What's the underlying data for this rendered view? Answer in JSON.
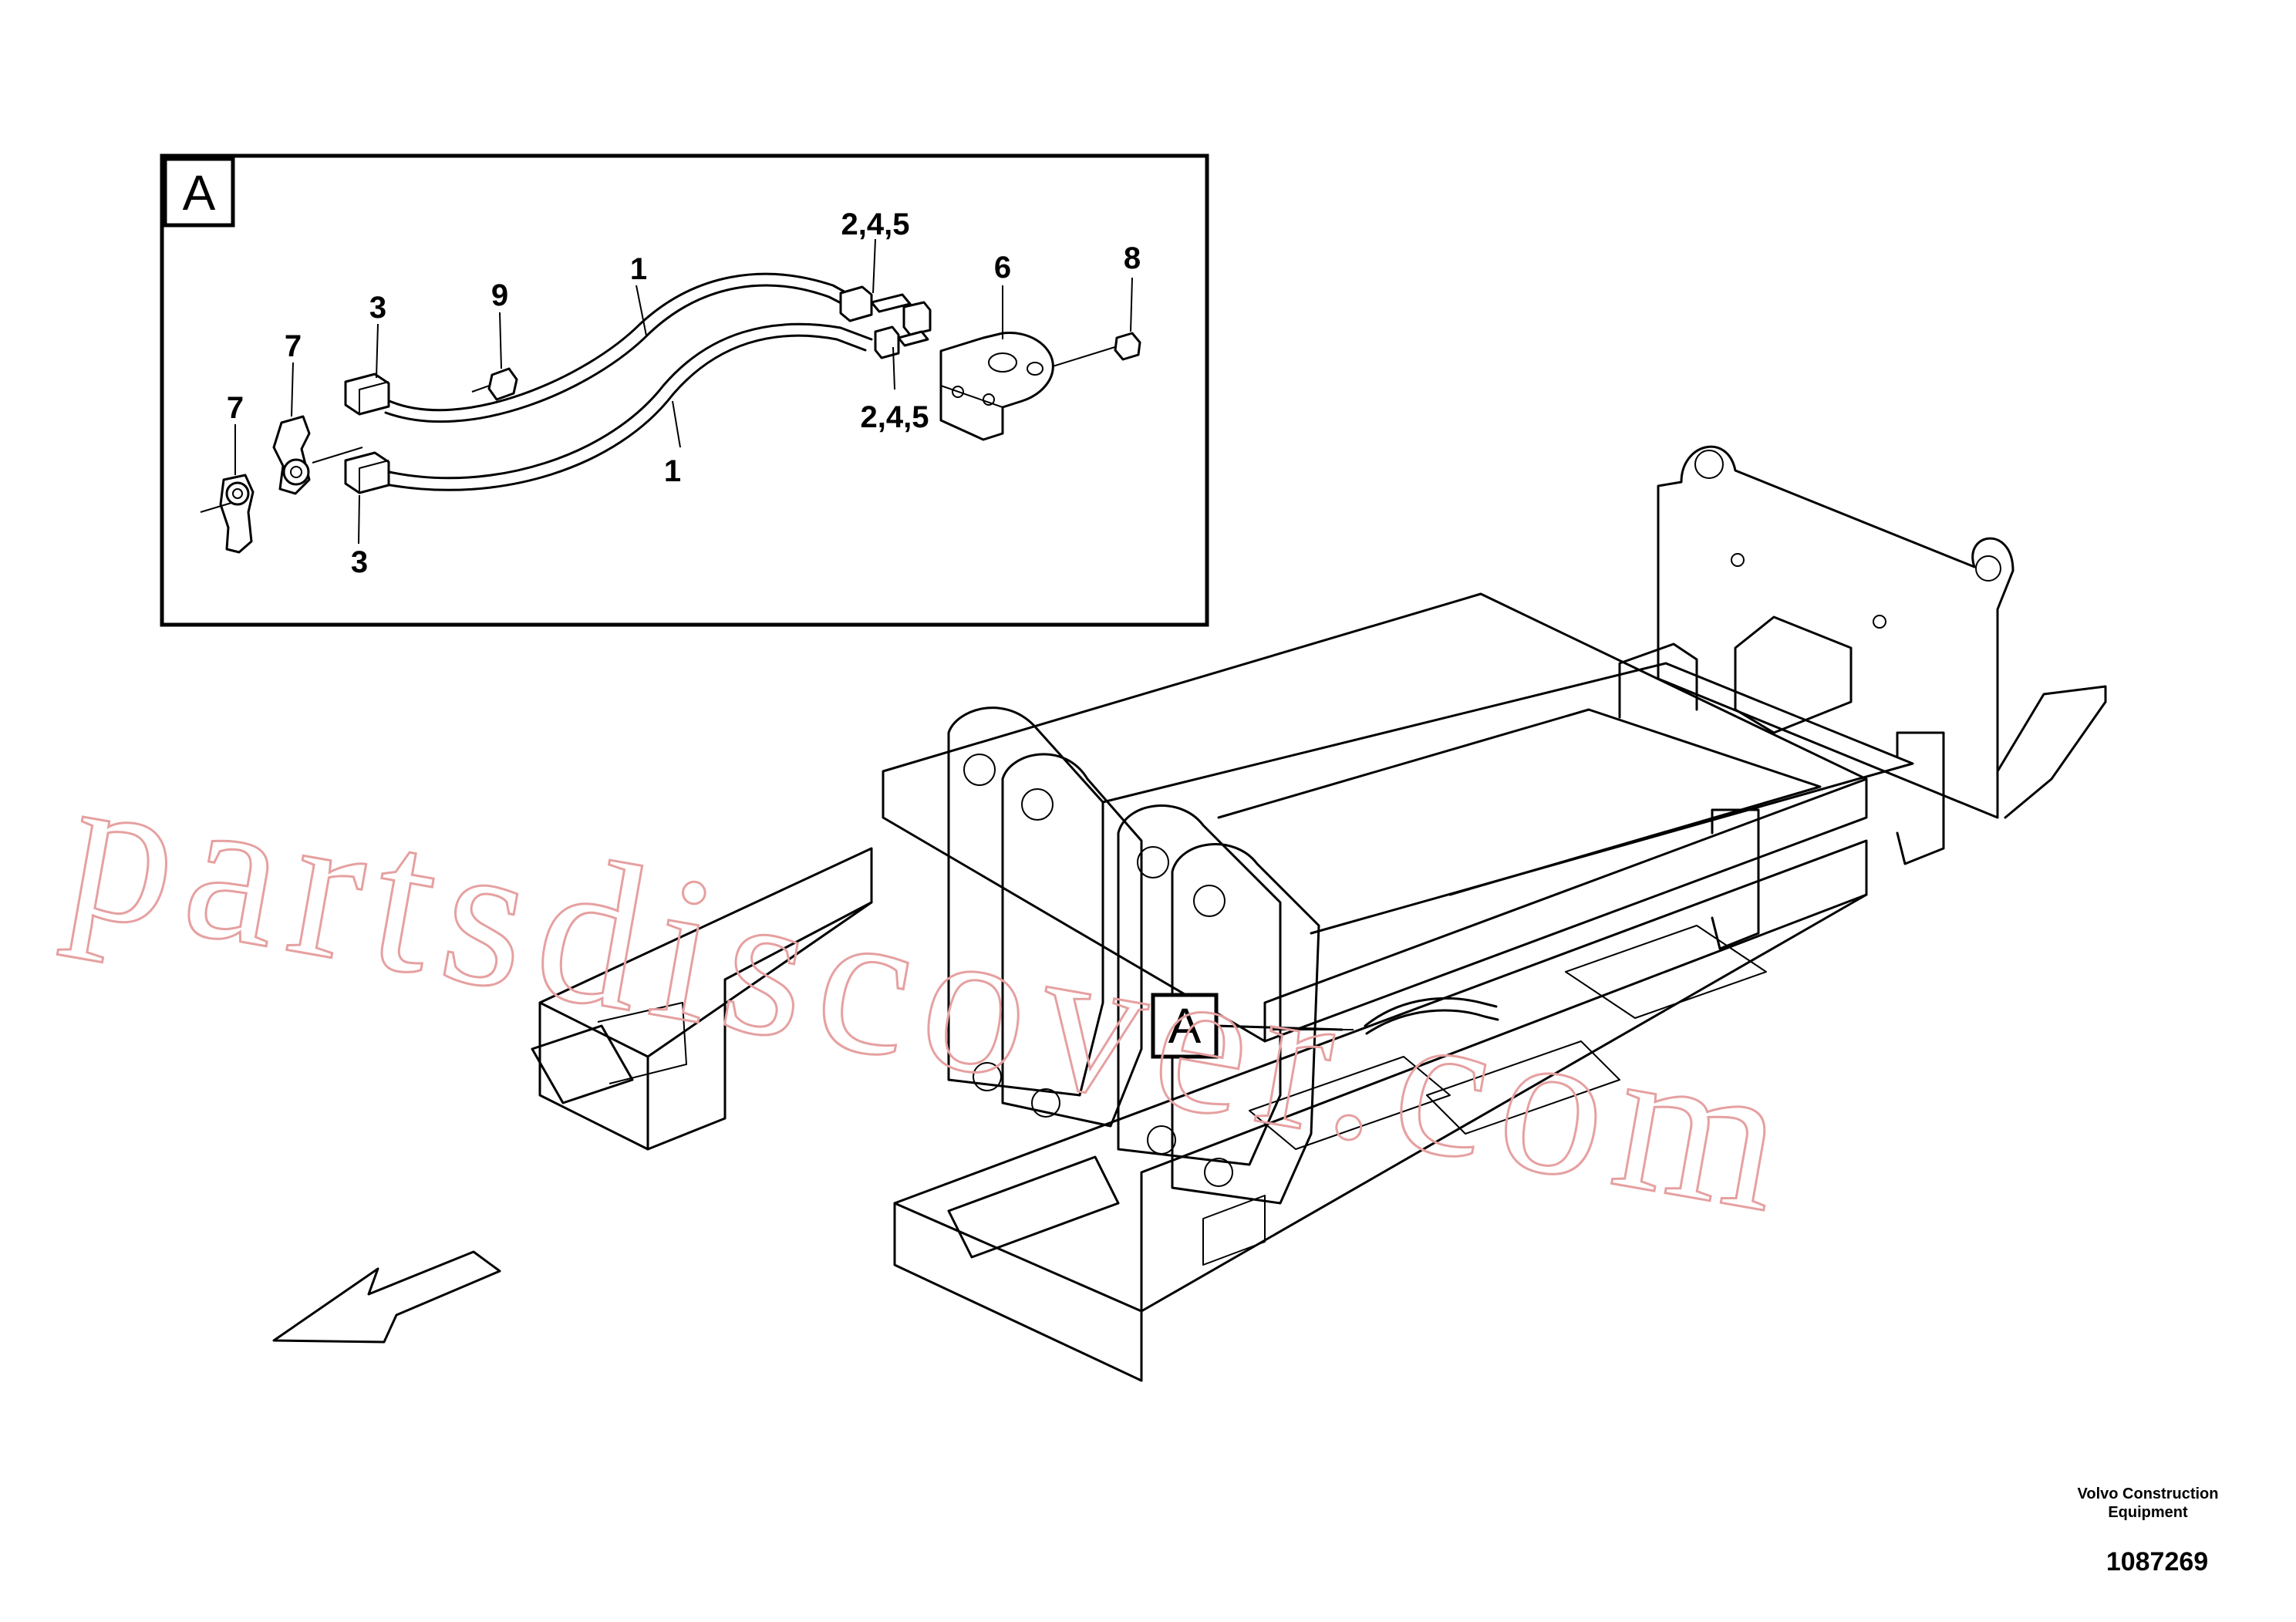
{
  "detail_box": {
    "label": "A",
    "callouts": [
      "1",
      "1",
      "2,4,5",
      "2,4,5",
      "3",
      "3",
      "6",
      "7",
      "7",
      "8",
      "9"
    ]
  },
  "main_view": {
    "detail_reference": "A"
  },
  "watermark": "partsdiscover.com",
  "footer": {
    "brand_line1": "Volvo Construction",
    "brand_line2": "Equipment",
    "drawing_number": "1087269"
  }
}
